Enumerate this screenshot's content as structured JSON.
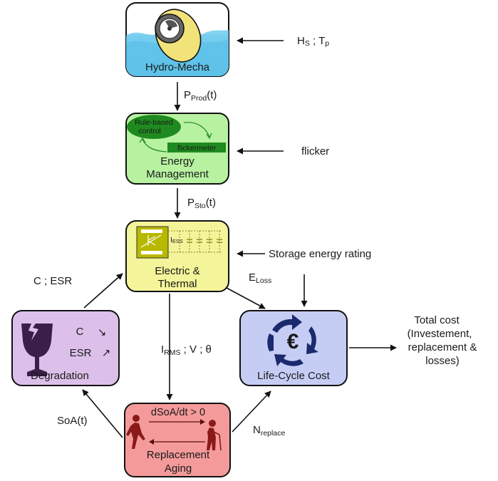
{
  "blocks": {
    "hydro": {
      "label": "Hydro-Mecha",
      "colors": {
        "fill_top": "#ffffff",
        "fill_bottom": "#5ec4ea",
        "text": "#1f4e8c",
        "float": "#f2e27a"
      }
    },
    "energy": {
      "label_line1": "Energy",
      "label_line2": "Management",
      "rule_label_line1": "Rule-based",
      "rule_label_line2": "control",
      "flickermeter_label": "flickermeter",
      "colors": {
        "fill": "#b7f2a0",
        "text": "#1b7a1b",
        "dark": "#1f8a1f"
      }
    },
    "electric": {
      "label_line1": "Electric &",
      "label_line2": "Thermal",
      "iess_main": "I",
      "iess_sub": "ESS",
      "colors": {
        "fill": "#f4f49a",
        "text": "#4a4a00",
        "panel": "#b8b800"
      }
    },
    "degradation": {
      "label": "Degradation",
      "c_label": "C",
      "esr_label": "ESR",
      "c_arrow": "↘",
      "esr_arrow": "↗",
      "colors": {
        "fill": "#dcc0ea",
        "text": "#3a1f4a"
      }
    },
    "lcc": {
      "label": "Life-Cycle Cost",
      "euro": "€",
      "colors": {
        "fill": "#c6cdf5",
        "text": "#1a2a6c",
        "icon": "#1a2a6c"
      }
    },
    "replacement": {
      "label_line1": "Replacement",
      "label_line2": "Aging",
      "dsoa_label": "dSoA/dt > 0",
      "colors": {
        "fill": "#f59a9a",
        "text": "#5a0e0e",
        "figure": "#8a1a1a"
      }
    }
  },
  "inputs": {
    "hs_main": "H",
    "hs_sub": "S",
    "sep": " ; ",
    "tp_main": "T",
    "tp_sub": "p",
    "flicker": "flicker",
    "storage_rating": "Storage energy rating"
  },
  "signals": {
    "pprod_main": "P",
    "pprod_sub": "Prod",
    "pprod_suffix": "(t)",
    "psto_main": "P",
    "psto_sub": "Sto",
    "psto_suffix": "(t)",
    "eloss_main": "E",
    "eloss_sub": "Loss",
    "irms_main": "I",
    "irms_sub": "RMS",
    "irms_suffix": " ; V ; θ",
    "nrep_main": "N",
    "nrep_sub": "replace",
    "c_esr": "C ; ESR",
    "soa": "SoA(t)"
  },
  "output": {
    "line1": "Total cost",
    "line2": "(Investement,",
    "line3": "replacement &",
    "line4": "losses)"
  }
}
